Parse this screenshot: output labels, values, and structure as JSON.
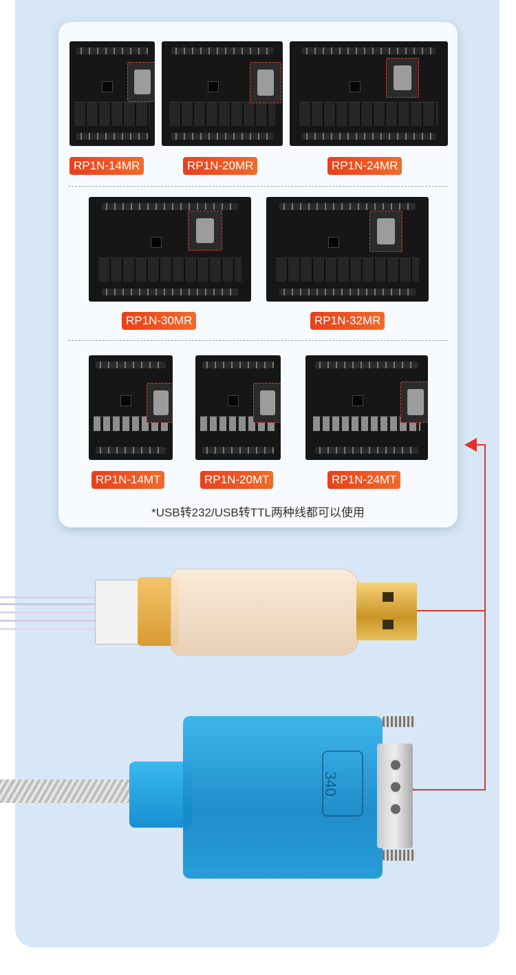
{
  "models": {
    "row1": [
      "RP1N-14MR",
      "RP1N-20MR",
      "RP1N-24MR"
    ],
    "row2": [
      "RP1N-30MR",
      "RP1N-32MR"
    ],
    "row3": [
      "RP1N-14MT",
      "RP1N-20MT",
      "RP1N-24MT"
    ]
  },
  "note": "*USB转232/USB转TTL两种线都可以使用",
  "db9_logo": "340",
  "colors": {
    "accent": "#e0322a",
    "tag": "#ee4f22",
    "panel_bg": "#d8e7f5"
  }
}
